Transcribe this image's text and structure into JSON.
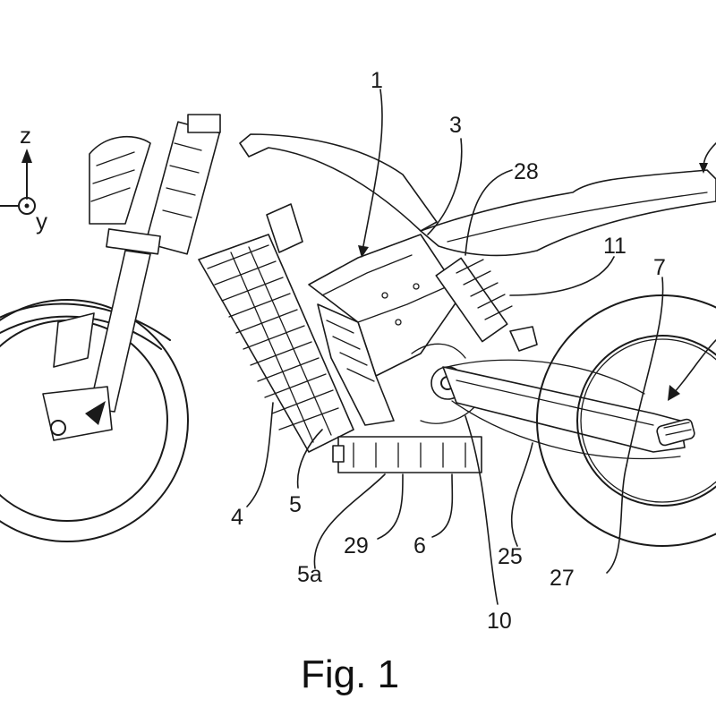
{
  "figure": {
    "caption": "Fig. 1",
    "axes": {
      "vertical": "z",
      "depth": "y"
    },
    "reference_numerals": [
      "1",
      "3",
      "28",
      "11",
      "7",
      "4",
      "5",
      "5a",
      "29",
      "6",
      "10",
      "25",
      "27"
    ],
    "line_color": "#1a1a1a",
    "background": "#ffffff"
  }
}
